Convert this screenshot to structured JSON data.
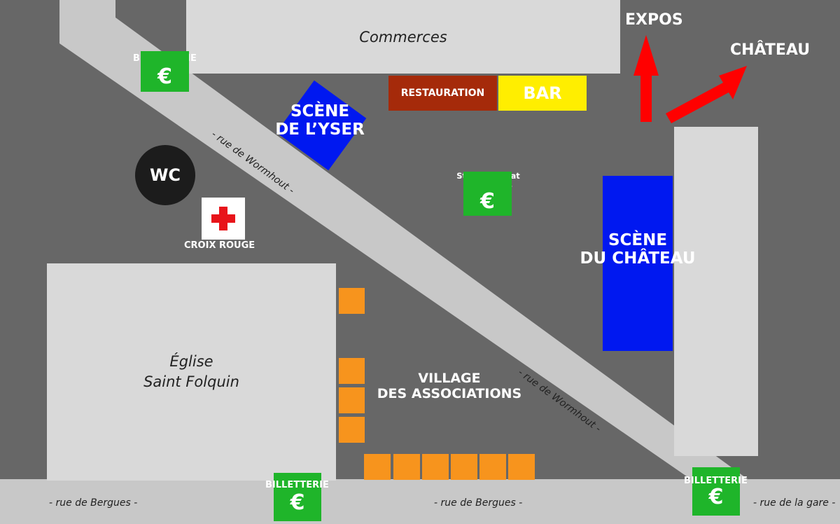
{
  "colors": {
    "ground": "#676767",
    "building": "#d9d9d9",
    "ticket": "#1fb52a",
    "stage": "#0018f0",
    "stall": "#f7941d",
    "restauration": "#a52a0a",
    "bar": "#ffee00",
    "arrow": "#ff0000"
  },
  "buildings": {
    "commerces": "Commerces",
    "eglise": "Église\nSaint Folquin"
  },
  "streets": {
    "wormhout": "- rue de Wormhout -",
    "bergues": "- rue de Bergues -",
    "gare": "- rue de la gare -"
  },
  "directions": {
    "expos": "EXPOS",
    "chateau": "CHÂTEAU"
  },
  "venues": {
    "restauration": "RESTAURATION",
    "bar": "BAR",
    "scene_yser": "SCÈNE\nDE L’YSER",
    "scene_chateau": "SCÈNE\nDU CHÂTEAU",
    "village": "VILLAGE\nDES ASSOCIATIONS",
    "wc": "WC",
    "croix_rouge": "CROIX ROUGE",
    "stand_labels": "Stand d’achat\ndes Labels"
  },
  "tickets": {
    "label": "BILLETTERIE",
    "symbol": "€"
  },
  "icons": {
    "first_aid": "red-cross-icon",
    "currency": "euro-icon",
    "direction": "arrow-icon"
  }
}
